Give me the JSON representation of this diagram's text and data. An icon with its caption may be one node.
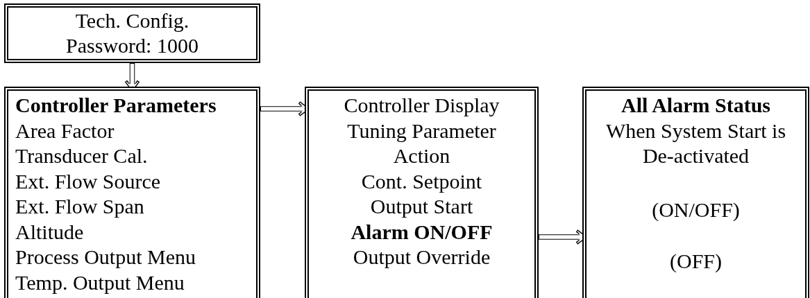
{
  "diagram": {
    "nodes": [
      {
        "text": [
          "Tech. Config. Password: 1000"
        ]
      },
      {
        "text": [
          "Controller Parameters",
          "Area Factor",
          "Transducer Cal.",
          "Ext. Flow Source",
          "Ext. Flow Span",
          "Altitude",
          "Process Output Menu",
          "Temp. Output Menu"
        ]
      },
      {
        "text": [
          "Controller Display",
          "Tuning Parameter",
          "Action",
          "Cont. Setpoint",
          "Output Start",
          "Alarm ON/OFF",
          "Output Override"
        ]
      },
      {
        "text": [
          "All Alarm Status",
          "When System Start is De-activated",
          "(ON/OFF)",
          "(OFF)"
        ]
      }
    ],
    "edges": [
      {
        "from": 0,
        "to": 1,
        "arrow": "to"
      },
      {
        "from": 1,
        "to": 2,
        "arrow": "to"
      },
      {
        "from": 2,
        "to": 3,
        "arrow": "to"
      }
    ]
  }
}
